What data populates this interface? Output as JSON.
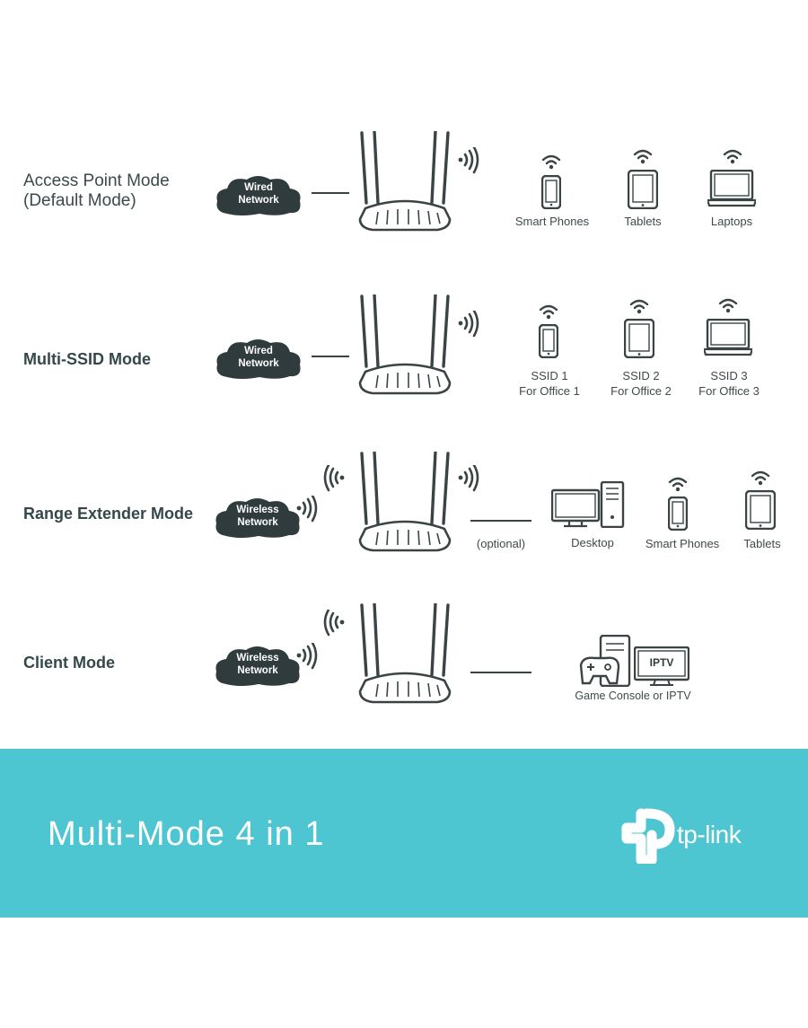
{
  "modes": [
    {
      "label_line1": "Access Point Mode",
      "label_line2": "(Default Mode)",
      "network": [
        "Wired",
        "Network"
      ],
      "devices": [
        "Smart Phones",
        "Tablets",
        "Laptops"
      ]
    },
    {
      "label": "Multi-SSID Mode",
      "network": [
        "Wired",
        "Network"
      ],
      "devices": [
        [
          "SSID 1",
          "For Office 1"
        ],
        [
          "SSID 2",
          "For Office 2"
        ],
        [
          "SSID 3",
          "For Office 3"
        ]
      ]
    },
    {
      "label": "Range Extender Mode",
      "network": [
        "Wireless",
        "Network"
      ],
      "optional": "(optional)",
      "devices": [
        "Desktop",
        "Smart Phones",
        "Tablets"
      ]
    },
    {
      "label": "Client Mode",
      "network": [
        "Wireless",
        "Network"
      ],
      "tv_label": "IPTV",
      "devices": [
        "Game Console or IPTV"
      ]
    }
  ],
  "banner": {
    "title": "Multi-Mode 4 in 1",
    "logo": "tp-link"
  },
  "colors": {
    "banner": "#4ec6d1",
    "cloud": "#2f3b3c",
    "stroke": "#3a4445"
  },
  "icons": [
    "cloud-icon",
    "router-icon",
    "wifi-icon",
    "phone-icon",
    "tablet-icon",
    "laptop-icon",
    "desktop-icon",
    "game-console-icon",
    "tv-icon"
  ]
}
